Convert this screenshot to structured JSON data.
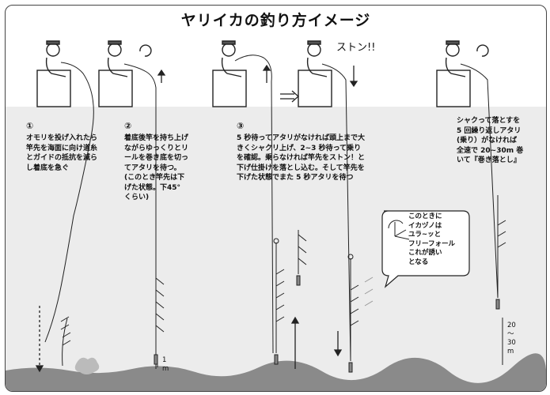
{
  "title": "ヤリイカの釣り方イメージ",
  "steps": [
    {
      "num": "①",
      "text": "オモリを投げ入れたら\n竿先を海面に向け道糸\nとガイドの抵抗を減ら\nし着底を急ぐ"
    },
    {
      "num": "②",
      "text": "着底後竿を持ち上げ\nながらゆっくりとリ\nールを巻き底を切っ\nてアタリを待つ。\n(このとき竿先は下\nげた状態。下45°\nくらい)"
    },
    {
      "num": "③",
      "text": "5 秒待ってアタリがなければ頭上まで大\nきくシャクリ上げ、2~3 秒待って乗り\nを確認。乗らなければ竿先をストン！と\n下げ仕掛けを落とし込む。そして竿先を\n下げた状態でまた 5 秒アタリを待つ"
    },
    {
      "num": "",
      "text": "シャクって落とすを\n5 回繰り返しアタリ\n(乗り）がなければ\n全速で 20~30m 巻\nいて『巻き落とし』"
    }
  ],
  "sound_effect": "ストン!!",
  "callout": "このときに\nイカヅノは\nユラ~ッと\nフリーフォール\nこれが誘い\nとなる",
  "distance_1m": "1\nm",
  "distance_20_30m": "20\n〜\n30\nm"
}
